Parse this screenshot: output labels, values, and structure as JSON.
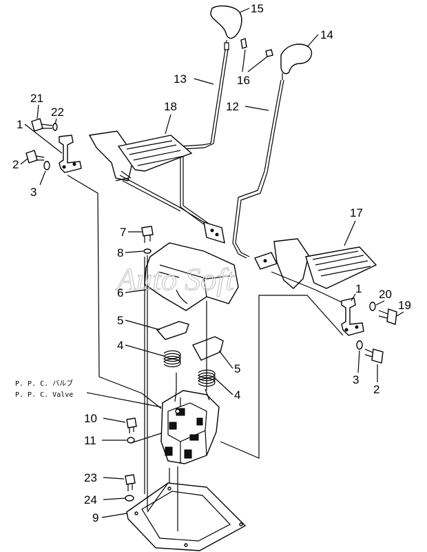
{
  "watermark": "Auto Soft",
  "valve_label": {
    "jp": "P. P. C. バルブ",
    "en": "P. P. C. Valve"
  },
  "callouts": [
    {
      "label": "15"
    },
    {
      "label": "14"
    },
    {
      "label": "16"
    },
    {
      "label": "13"
    },
    {
      "label": "12"
    },
    {
      "label": "18"
    },
    {
      "label": "21"
    },
    {
      "label": "22"
    },
    {
      "label": "1"
    },
    {
      "label": "2"
    },
    {
      "label": "3"
    },
    {
      "label": "17"
    },
    {
      "label": "7"
    },
    {
      "label": "8"
    },
    {
      "label": "6"
    },
    {
      "label": "5"
    },
    {
      "label": "4"
    },
    {
      "label": "5"
    },
    {
      "label": "4"
    },
    {
      "label": "1"
    },
    {
      "label": "20"
    },
    {
      "label": "19"
    },
    {
      "label": "3"
    },
    {
      "label": "2"
    },
    {
      "label": "10"
    },
    {
      "label": "11"
    },
    {
      "label": "23"
    },
    {
      "label": "24"
    },
    {
      "label": "9"
    }
  ]
}
